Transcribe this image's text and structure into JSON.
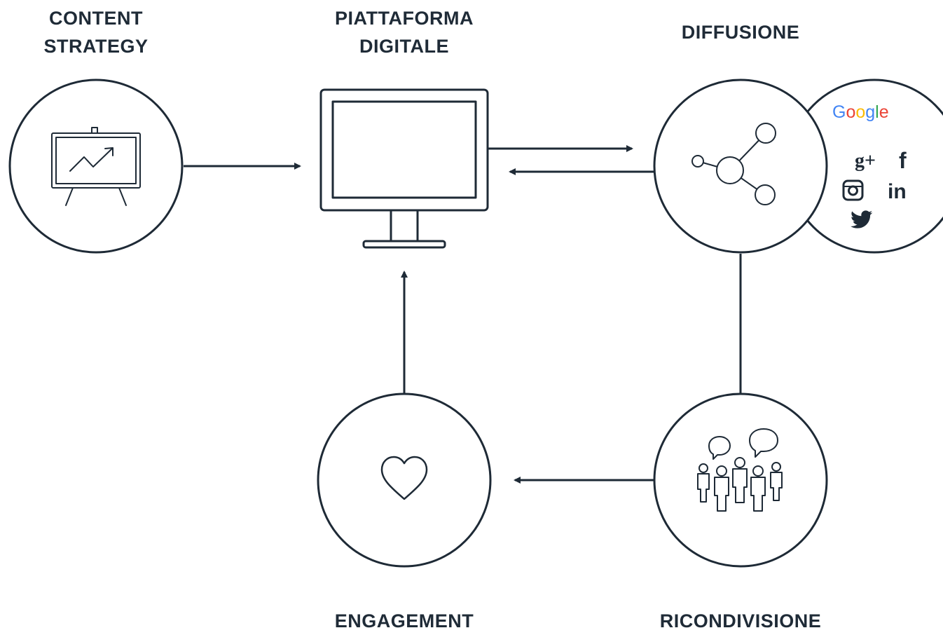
{
  "nodes": {
    "content_strategy": {
      "line1": "CONTENT",
      "line2": "STRATEGY"
    },
    "piattaforma": {
      "line1": "PIATTAFORMA",
      "line2": "DIGITALE"
    },
    "diffusione": {
      "label": "DIFFUSIONE"
    },
    "engagement": {
      "label": "ENGAGEMENT"
    },
    "ricondivisione": {
      "label": "RICONDIVISIONE"
    }
  },
  "social": {
    "google": "Google",
    "google_plus": "g+",
    "facebook": "f",
    "linkedin": "in"
  },
  "colors": {
    "stroke": "#1e2a36",
    "google_blue": "#4285f4",
    "google_red": "#ea4335",
    "google_yellow": "#fbbc05",
    "google_green": "#34a853"
  }
}
